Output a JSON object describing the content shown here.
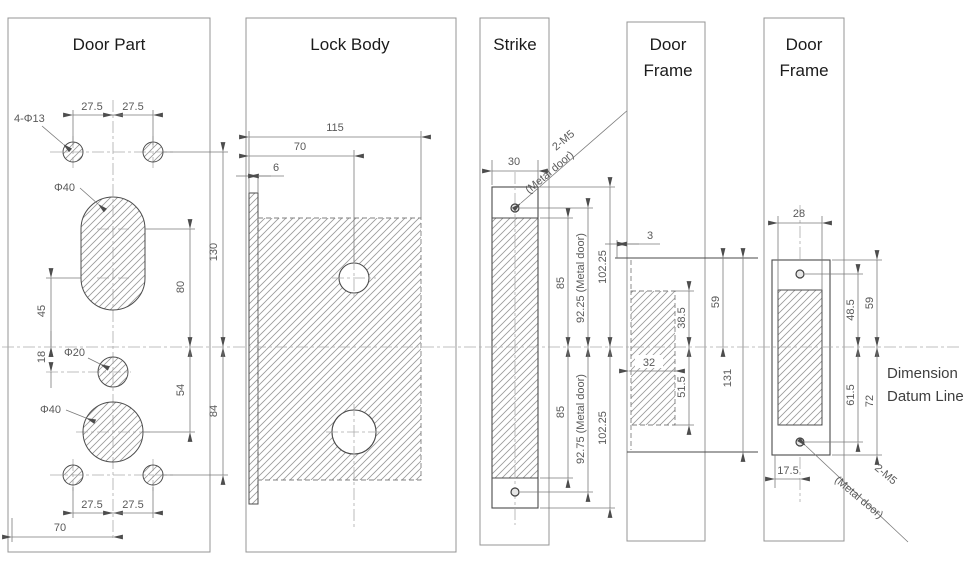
{
  "door_part": {
    "title": "Door Part",
    "callout_holes": "4-Φ13",
    "dim_tl": "27.5",
    "dim_tr": "27.5",
    "callout_oval": "Φ40",
    "dim_130": "130",
    "dim_80": "80",
    "dim_45": "45",
    "dim_18": "18",
    "callout_mid_hole": "Φ20",
    "dim_54": "54",
    "dim_84": "84",
    "callout_bottom_hole": "Φ40",
    "dim_bl": "27.5",
    "dim_br": "27.5",
    "dim_70": "70"
  },
  "lock_body": {
    "title": "Lock Body",
    "dim_115": "115",
    "dim_70": "70",
    "dim_6": "6"
  },
  "strike": {
    "title": "Strike",
    "callout_1": "2-M5",
    "callout_2": "(Metal door)",
    "dim_30": "30",
    "dim_85_top": "85",
    "dim_92_top": "92.25 (Metal door)",
    "dim_102_top": "102.25",
    "dim_85_bot": "85",
    "dim_92_bot": "92.75 (Metal door)",
    "dim_102_bot": "102.25"
  },
  "door_frame_left": {
    "title_1": "Door",
    "title_2": "Frame",
    "dim_3": "3",
    "dim_38_5": "38.5",
    "dim_59": "59",
    "dim_32": "32",
    "dim_51_5": "51.5",
    "dim_131": "131"
  },
  "door_frame_right": {
    "title_1": "Door",
    "title_2": "Frame",
    "dim_28": "28",
    "dim_48_5": "48.5",
    "dim_59": "59",
    "dim_61_5": "61.5",
    "dim_72": "72",
    "dim_17_5": "17.5",
    "callout_1": "2-M5",
    "callout_2": "(Metal door)"
  },
  "datum": {
    "label_1": "Dimension",
    "label_2": "Datum Line"
  }
}
